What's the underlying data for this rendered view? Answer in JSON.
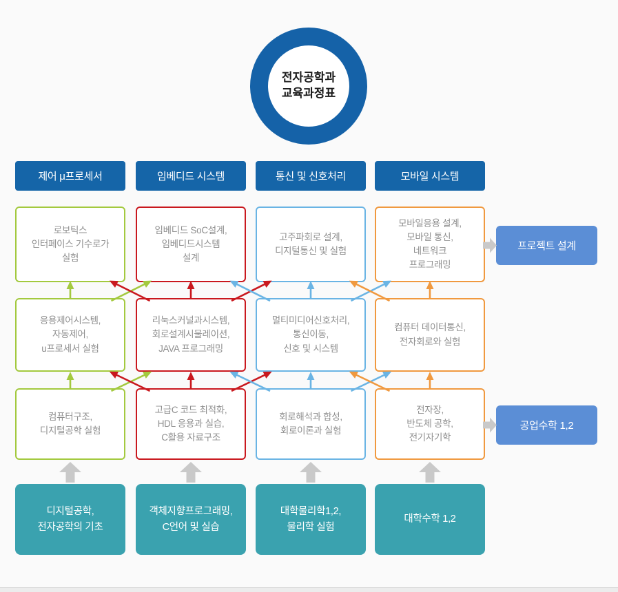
{
  "badge": {
    "title": "전자공학과\n교육과정표"
  },
  "colors": {
    "background": "#fafafa",
    "header_bg": "#1565a8",
    "circle_ring": "#1562a8",
    "side_box_bg": "#5b8ed6",
    "foundation_bg": "#3aa2af",
    "box_text": "#8f8f8f",
    "gray_arrow": "#c9c9c9"
  },
  "columns": [
    {
      "header": "제어 μ프로세서",
      "color": "#a3c93e",
      "courses": [
        "로보틱스\n인터페이스 기수로가\n실험",
        "응용제어시스템,\n자동제어,\nu프로세서 실험",
        "컴퓨터구조,\n디지털공학 실험"
      ],
      "foundation": "디지털공학,\n전자공학의 기초"
    },
    {
      "header": "임베디드 시스템",
      "color": "#c9181e",
      "courses": [
        "임베디드 SoC설계,\n임베디드시스템\n설계",
        "리눅스커널과시스템,\n회로설계시물레이션,\nJAVA 프로그래밍",
        "고급C 코드 최적화,\nHDL 응용과 실습,\nC활용 자료구조"
      ],
      "foundation": "객체지향프로그래밍,\nC언어 및 실습"
    },
    {
      "header": "통신 및 신호처리",
      "color": "#6ab4e4",
      "courses": [
        "고주파회로 설계,\n디지털통신 및 실험",
        "멀티미디어신호처리,\n통신이동,\n신호 및 시스템",
        "회로해석과 합성,\n회로이론과 실험"
      ],
      "foundation": "대학물리학1,2,\n물리학 실험"
    },
    {
      "header": "모바일 시스템",
      "color": "#f0993f",
      "courses": [
        "모바일응용 설계,\n모바일 통신,\n네트워크\n프로그래밍",
        "컴퓨터 데이터통신,\n전자회로와 실험",
        "전자장,\n반도체 공학,\n전기자기학"
      ],
      "foundation": "대학수학 1,2"
    }
  ],
  "side_boxes": [
    {
      "label": "프로젝트 설계"
    },
    {
      "label": "공업수학 1,2"
    }
  ]
}
